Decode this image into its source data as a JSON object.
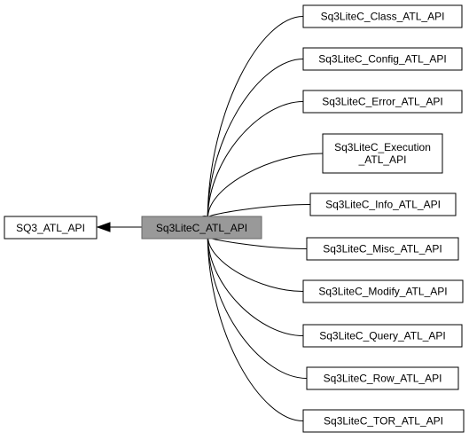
{
  "diagram": {
    "type": "collaboration-graph",
    "current": {
      "id": "sq3litec_atl_api",
      "label": "Sq3LiteC_ATL_API"
    },
    "parent": {
      "id": "sq3_atl_api",
      "label": "SQ3_ATL_API"
    },
    "children": [
      {
        "id": "class",
        "lines": [
          "Sq3LiteC_Class_ATL_API"
        ]
      },
      {
        "id": "config",
        "lines": [
          "Sq3LiteC_Config_ATL_API"
        ]
      },
      {
        "id": "error",
        "lines": [
          "Sq3LiteC_Error_ATL_API"
        ]
      },
      {
        "id": "execution",
        "lines": [
          "Sq3LiteC_Execution",
          "_ATL_API"
        ]
      },
      {
        "id": "info",
        "lines": [
          "Sq3LiteC_Info_ATL_API"
        ]
      },
      {
        "id": "misc",
        "lines": [
          "Sq3LiteC_Misc_ATL_API"
        ]
      },
      {
        "id": "modify",
        "lines": [
          "Sq3LiteC_Modify_ATL_API"
        ]
      },
      {
        "id": "query",
        "lines": [
          "Sq3LiteC_Query_ATL_API"
        ]
      },
      {
        "id": "row",
        "lines": [
          "Sq3LiteC_Row_ATL_API"
        ]
      },
      {
        "id": "tor",
        "lines": [
          "Sq3LiteC_TOR_ATL_API"
        ]
      }
    ]
  }
}
